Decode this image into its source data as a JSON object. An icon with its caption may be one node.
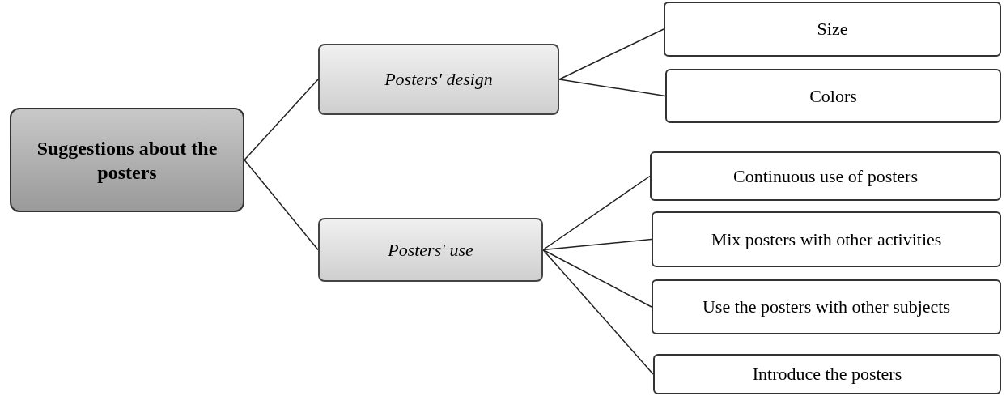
{
  "diagram": {
    "nodes": [
      {
        "text": [
          "Suggestions about the posters"
        ]
      },
      {
        "text": [
          "Posters' design"
        ]
      },
      {
        "text": [
          "Size"
        ]
      },
      {
        "text": [
          "Colors"
        ]
      },
      {
        "text": [
          "Posters' use"
        ]
      },
      {
        "text": [
          "Continuous use of posters"
        ]
      },
      {
        "text": [
          "Mix posters with other activities"
        ]
      },
      {
        "text": [
          "Use the posters with other subjects"
        ]
      },
      {
        "text": [
          "Introduce the posters"
        ]
      }
    ],
    "edges": [
      {
        "from": 0,
        "to": 1,
        "arrow": "none"
      },
      {
        "from": 0,
        "to": 4,
        "arrow": "none"
      },
      {
        "from": 1,
        "to": 2,
        "arrow": "none"
      },
      {
        "from": 1,
        "to": 3,
        "arrow": "none"
      },
      {
        "from": 4,
        "to": 5,
        "arrow": "none"
      },
      {
        "from": 4,
        "to": 6,
        "arrow": "none"
      },
      {
        "from": 4,
        "to": 7,
        "arrow": "none"
      },
      {
        "from": 4,
        "to": 8,
        "arrow": "none"
      }
    ]
  }
}
